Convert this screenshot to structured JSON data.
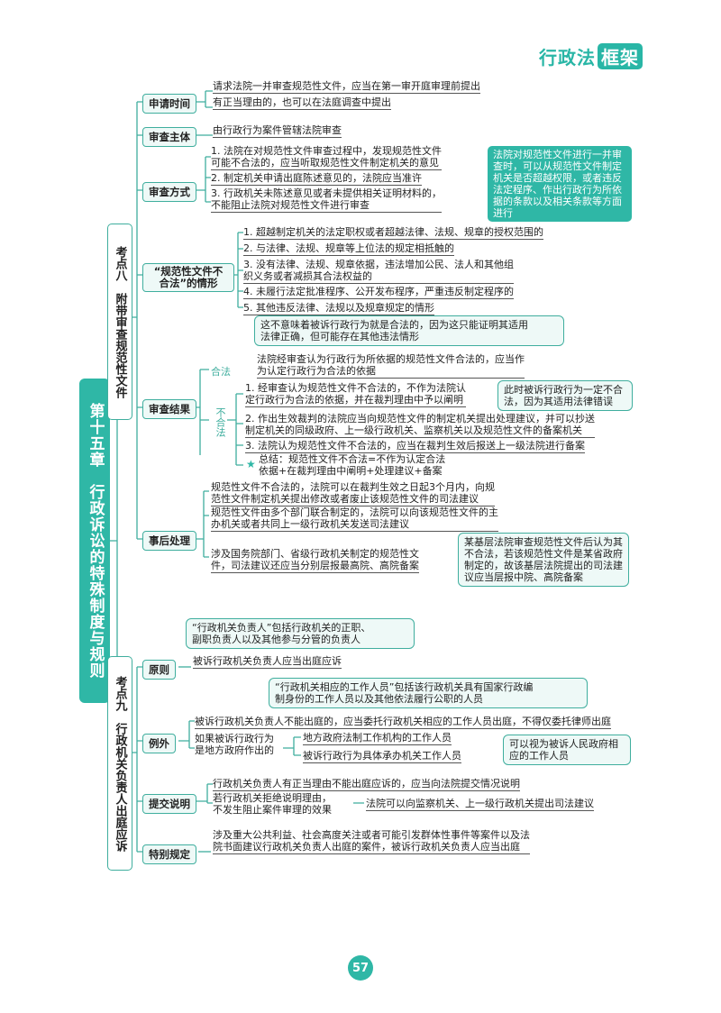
{
  "logo": {
    "text": "行政法",
    "box": "框架"
  },
  "chapter": "第十五章　行政诉讼的特殊制度与规则",
  "kd8": {
    "title": "考点八　附带审查规范性文件"
  },
  "kd9": {
    "title": "考点九　行政机关负责人出庭应诉"
  },
  "n_time": "申请时间",
  "t_time1": "请求法院一并审查规范性文件，应当在第一审开庭审理前提出",
  "t_time2": "有正当理由的，也可以在法庭调查中提出",
  "n_subject": "审查主体",
  "t_subject": "由行政行为案件管辖法院审查",
  "n_method": "审查方式",
  "t_m1a": "1. 法院在对规范性文件审查过程中，发现规范性文件",
  "t_m1b": "可能不合法的，应当听取规范性文件制定机关的意见",
  "t_m2": "2. 制定机关申请出庭陈述意见的，法院应当准许",
  "t_m3a": "3. 行政机关未陈述意见或者未提供相关证明材料的，",
  "t_m3b": "不能阻止法院对规范性文件进行审查",
  "g_method": "法院对规范性文件进行一并审查时，可以从规范性文件制定机关是否超越权限，或者违反法定程序、作出行政行为所依据的条款以及相关条款等方面进行",
  "n_illegal": "“规范性文件不合法”的情形",
  "t_i1": "1. 超越制定机关的法定职权或者超越法律、法规、规章的授权范围的",
  "t_i2": "2. 与法律、法规、规章等上位法的规定相抵触的",
  "t_i3a": "3. 没有法律、法规、规章依据，违法增加公民、法人和其他组",
  "t_i3b": "织义务或者减损其合法权益的",
  "t_i4": "4. 未履行法定批准程序、公开发布程序，严重违反制定程序的",
  "t_i5": "5. 其他违反法律、法规以及规章规定的情形",
  "note_legal_a": "这不意味着被诉行政行为就是合法的，因为这只能证明其适用",
  "note_legal_b": "法律正确，但可能存在其他违法情形",
  "n_result": "审查结果",
  "lbl_legal": "合法",
  "lbl_illegal": "不合法",
  "t_legal_a": "法院经审查认为行政行为所依据的规范性文件合法的，应当作",
  "t_legal_b": "为认定行政行为合法的依据",
  "t_r1a": "1. 经审查认为规范性文件不合法的，不作为法院认",
  "t_r1b": "定行政行为合法的依据，并在裁判理由中予以阐明",
  "g_r1": "此时被诉行政行为一定不合法，因为其适用法律错误",
  "t_r2a": "2. 作出生效裁判的法院应当向规范性文件的制定机关提出处理建议，并可以抄送",
  "t_r2b": "制定机关的同级政府、上一级行政机关、监察机关以及规范性文件的备案机关",
  "t_r3": "3. 法院认为规范性文件不合法的，应当在裁判生效后报送上一级法院进行备案",
  "t_sum_a": "总结：规范性文件不合法=不作为认定合法",
  "t_sum_b": "依据+在裁判理由中阐明+处理建议+备案",
  "n_after": "事后处理",
  "t_a1a": "规范性文件不合法的，法院可以在裁判生效之日起3个月内，向规",
  "t_a1b": "范性文件制定机关提出修改或者废止该规范性文件的司法建议",
  "t_a2a": "规范性文件由多个部门联合制定的，法院可以向该规范性文件的主",
  "t_a2b": "办机关或者共同上一级行政机关发送司法建议",
  "t_a3a": "涉及国务院部门、省级行政机关制定的规范性文",
  "t_a3b": "件，司法建议还应当分别层报最高院、高院备案",
  "note_a3": "某基层法院审查规范性文件后认为其不合法，若该规范性文件是某省政府制定的，故该基层法院提出的司法建议应当层报中院、高院备案",
  "note_head_a": "“行政机关负责人”包括行政机关的正职、",
  "note_head_b": "副职负责人以及其他参与分管的负责人",
  "n_principle": "原则",
  "t_principle": "被诉行政机关负责人应当出庭应诉",
  "note_staff_a": "“行政机关相应的工作人员”包括该行政机关具有国家行政编",
  "note_staff_b": "制身份的工作人员以及其他依法履行公职的人员",
  "n_except": "例外",
  "t_e1": "被诉行政机关负责人不能出庭的，应当委托行政机关相应的工作人员出庭，不得仅委托律师出庭",
  "t_e2a": "如果被诉行政行为",
  "t_e2b": "是地方政府作出的",
  "t_e2c": "地方政府法制工作机构的工作人员",
  "t_e2d": "被诉行政行为具体承办机关工作人员",
  "g_e2": "可以视为被诉人民政府相应的工作人员",
  "n_explain": "提交说明",
  "t_x1": "行政机关负责人有正当理由不能出庭应诉的，应当向法院提交情况说明",
  "t_x2a": "若行政机关拒绝说明理由，",
  "t_x2b": "不发生阻止案件审理的效果",
  "t_x3": "法院可以向监察机关、上一级行政机关提出司法建议",
  "n_special": "特别规定",
  "t_s1a": "涉及重大公共利益、社会高度关注或者可能引发群体性事件等案件以及法",
  "t_s1b": "院书面建议行政机关负责人出庭的案件，被诉行政机关负责人应当出庭",
  "page": "57",
  "accent": "#2fb7a6"
}
